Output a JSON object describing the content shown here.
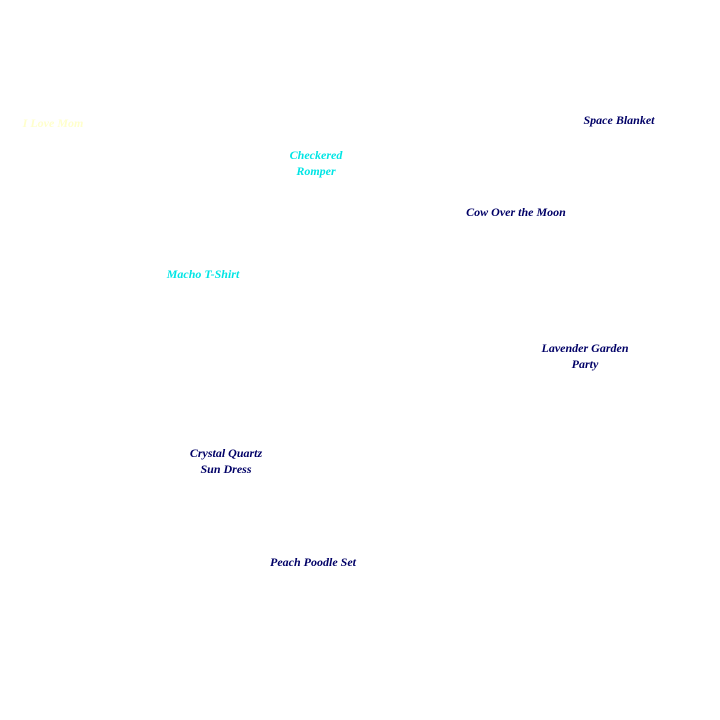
{
  "colors": {
    "background": "#ffffff",
    "navy": "#000066",
    "cyan": "#00e5e5",
    "pale_yellow": "#ffffcc"
  },
  "labels": [
    {
      "lines": [
        "I Love Mom"
      ],
      "color": "#ffffcc"
    },
    {
      "lines": [
        "Space Blanket"
      ],
      "color": "#000066"
    },
    {
      "lines": [
        "Checkered",
        "Romper"
      ],
      "color": "#00e5e5"
    },
    {
      "lines": [
        "Cow Over the Moon"
      ],
      "color": "#000066"
    },
    {
      "lines": [
        "Macho T-Shirt"
      ],
      "color": "#00e5e5"
    },
    {
      "lines": [
        "Lavender Garden",
        "Party"
      ],
      "color": "#000066"
    },
    {
      "lines": [
        "Crystal Quartz",
        "Sun Dress"
      ],
      "color": "#000066"
    },
    {
      "lines": [
        "Peach Poodle Set"
      ],
      "color": "#000066"
    }
  ]
}
